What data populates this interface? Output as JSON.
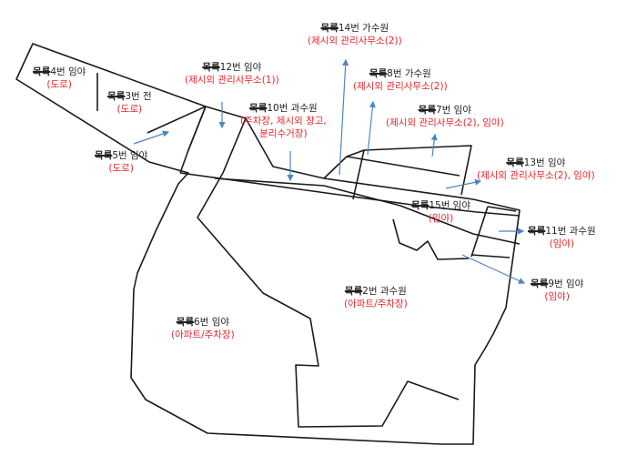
{
  "colors": {
    "boundary": "#1a1a1a",
    "arrow": "#4f86bf",
    "use_text": "#e8262b",
    "name_text": "#222222"
  },
  "parcels": [
    {
      "id": "p4",
      "prefix": "목록",
      "name": "4번 임야",
      "use": [
        "(도로)"
      ]
    },
    {
      "id": "p3",
      "prefix": "목록",
      "name": "3번 전",
      "use": [
        "(도로)"
      ]
    },
    {
      "id": "p5",
      "prefix": "목록",
      "name": "5번 임야",
      "use": [
        "(도로)"
      ]
    },
    {
      "id": "p12",
      "prefix": "목록",
      "name": "12번 임야",
      "use": [
        "(제시외 관리사무소(1))"
      ]
    },
    {
      "id": "p10",
      "prefix": "목록",
      "name": "10번 과수원",
      "use": [
        "(주차장, 제시외 창고,",
        "분리수거장)"
      ]
    },
    {
      "id": "p14",
      "prefix": "목록",
      "name": "14번 가수원",
      "use": [
        "(제시외 관리사무소(2))"
      ]
    },
    {
      "id": "p8",
      "prefix": "목록",
      "name": "8번 가수원",
      "use": [
        "(제시외 관리사무소(2))"
      ]
    },
    {
      "id": "p7",
      "prefix": "목록",
      "name": "7번 임야",
      "use": [
        "(제시외 관리사무소(2), 임야)"
      ]
    },
    {
      "id": "p13",
      "prefix": "목록",
      "name": "13번 임야",
      "use": [
        "(제시외 관리사무소(2), 임야)"
      ]
    },
    {
      "id": "p15",
      "prefix": "목록",
      "name": "15번 임야",
      "use": [
        "(임야)"
      ]
    },
    {
      "id": "p11",
      "prefix": "목록",
      "name": "11번 과수원",
      "use": [
        "(임야)"
      ]
    },
    {
      "id": "p9",
      "prefix": "목록",
      "name": "9번 임야",
      "use": [
        "(임야)"
      ]
    },
    {
      "id": "p2",
      "prefix": "목록",
      "name": "2번 과수원",
      "use": [
        "(아파트/주차장)"
      ]
    },
    {
      "id": "p6",
      "prefix": "목록",
      "name": "6번 임야",
      "use": [
        "(아파트/주차장)"
      ]
    }
  ]
}
